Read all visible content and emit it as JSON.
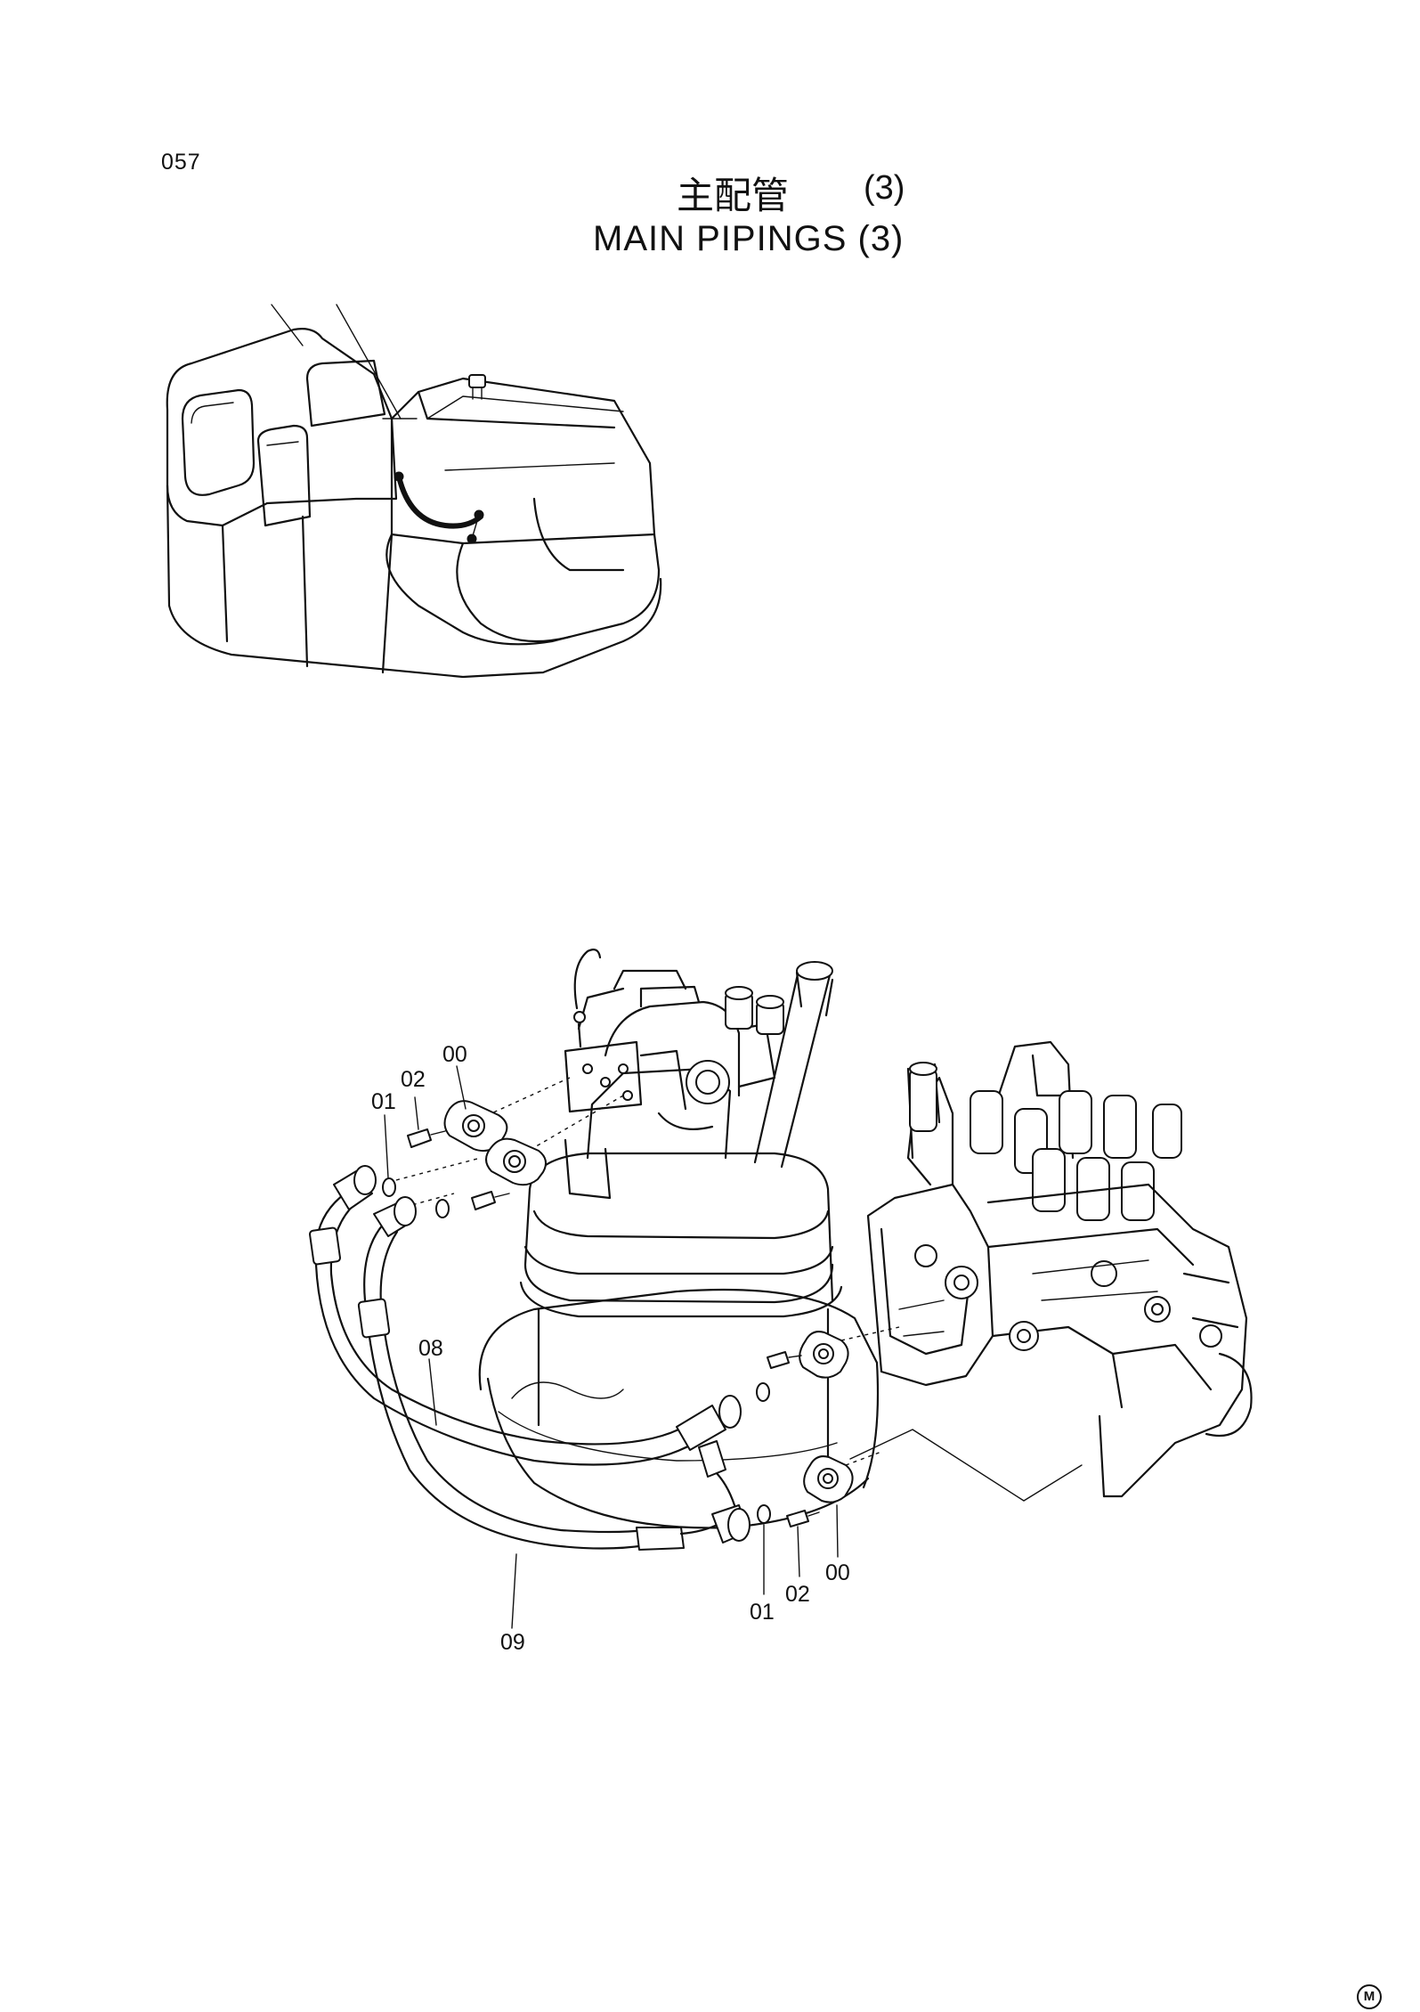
{
  "header": {
    "page_number": "057",
    "title_cjk": "主配管",
    "title_cjk_suffix": "(3)",
    "title_en": "MAIN PIPINGS (3)"
  },
  "callouts": {
    "top_00": "00",
    "top_02": "02",
    "top_01": "01",
    "hose_08": "08",
    "hose_09": "09",
    "bottom_00": "00",
    "bottom_02": "02",
    "bottom_01": "01"
  },
  "footer": {
    "mark": "M"
  }
}
